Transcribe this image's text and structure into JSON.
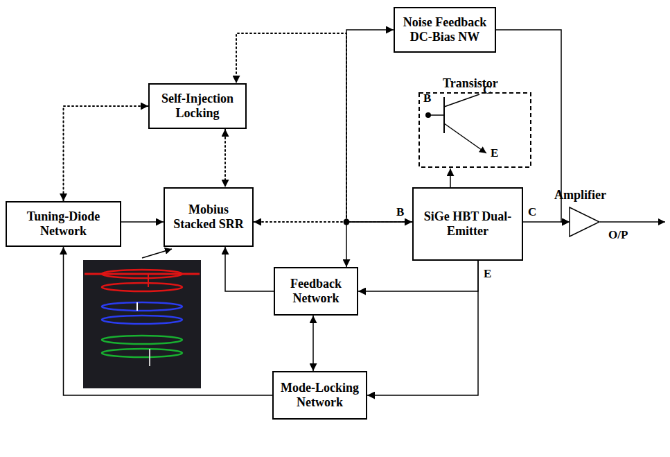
{
  "diagram": {
    "nodes": [
      {
        "text": [
          "Noise Feedback DC-Bias NW"
        ]
      },
      {
        "text": [
          "Transistor"
        ]
      },
      {
        "text": [
          "Self-Injection Locking"
        ]
      },
      {
        "text": [
          "Tuning-Diode Network"
        ]
      },
      {
        "text": [
          "Mobius Stacked SRR"
        ]
      },
      {
        "text": [
          "SiGe HBT Dual- Emitter"
        ]
      },
      {
        "text": [
          "Amplifier"
        ]
      },
      {
        "text": [
          "Feedback Network"
        ]
      },
      {
        "text": [
          "Mode-Locking Network"
        ]
      }
    ],
    "edges": [
      {
        "from": 3,
        "to": 4,
        "arrow": "to"
      },
      {
        "from": 2,
        "to": 3,
        "arrow": "both"
      },
      {
        "from": 2,
        "to": 4,
        "arrow": "both"
      },
      {
        "from": 4,
        "to": 5,
        "arrow": "both"
      },
      {
        "from": 5,
        "to": 0,
        "arrow": "to"
      },
      {
        "from": 5,
        "to": 2,
        "arrow": "to"
      },
      {
        "from": 5,
        "to": 7,
        "arrow": "to"
      },
      {
        "from": 5,
        "to": 1,
        "arrow": "to"
      },
      {
        "from": 5,
        "to": 6,
        "arrow": "to"
      },
      {
        "from": 0,
        "to": 6,
        "arrow": "to"
      },
      {
        "from": 5,
        "to": 7,
        "arrow": "to"
      },
      {
        "from": 5,
        "to": 8,
        "arrow": "to"
      },
      {
        "from": 7,
        "to": 4,
        "arrow": "to"
      },
      {
        "from": 7,
        "to": 8,
        "arrow": "both"
      },
      {
        "from": 8,
        "to": 3,
        "arrow": "to"
      }
    ],
    "labels": [
      "B",
      "C",
      "E",
      "B",
      "C",
      "E",
      "O/P"
    ]
  }
}
